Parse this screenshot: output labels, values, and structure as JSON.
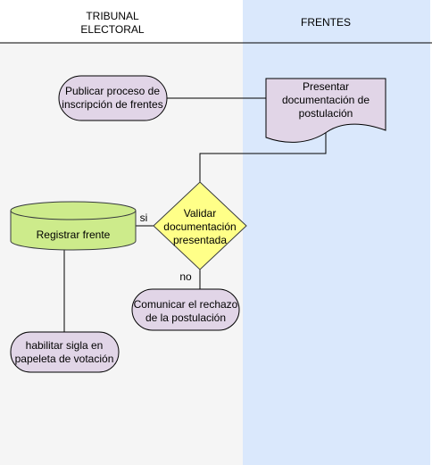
{
  "lanes": {
    "left_title_line1": "TRIBUNAL",
    "left_title_line2": "ELECTORAL",
    "right_title": "FRENTES"
  },
  "nodes": {
    "publicar": {
      "line1": "Publicar proceso de",
      "line2": "inscripción de frentes"
    },
    "presentar": {
      "line1": "Presentar",
      "line2": "documentación de",
      "line3": "postulación"
    },
    "validar": {
      "line1": "Validar",
      "line2": "documentación",
      "line3": "presentada"
    },
    "registrar": {
      "line1": "Registrar frente"
    },
    "comunicar": {
      "line1": "Comunicar el rechazo",
      "line2": "de la postulación"
    },
    "habilitar": {
      "line1": "habilitar sigla en",
      "line2": "papeleta de votación"
    }
  },
  "edges": {
    "yes_label": "si",
    "no_label": "no"
  },
  "colors": {
    "lane_left_bg": "#f5f5f5",
    "lane_right_bg": "#dae8fc",
    "purple_fill": "#e1d5e7",
    "purple_stroke": "#000000",
    "diamond_fill": "#ffff88",
    "diamond_stroke": "#36393d",
    "cylinder_fill": "#cdeb8b",
    "cylinder_stroke": "#36393d"
  }
}
